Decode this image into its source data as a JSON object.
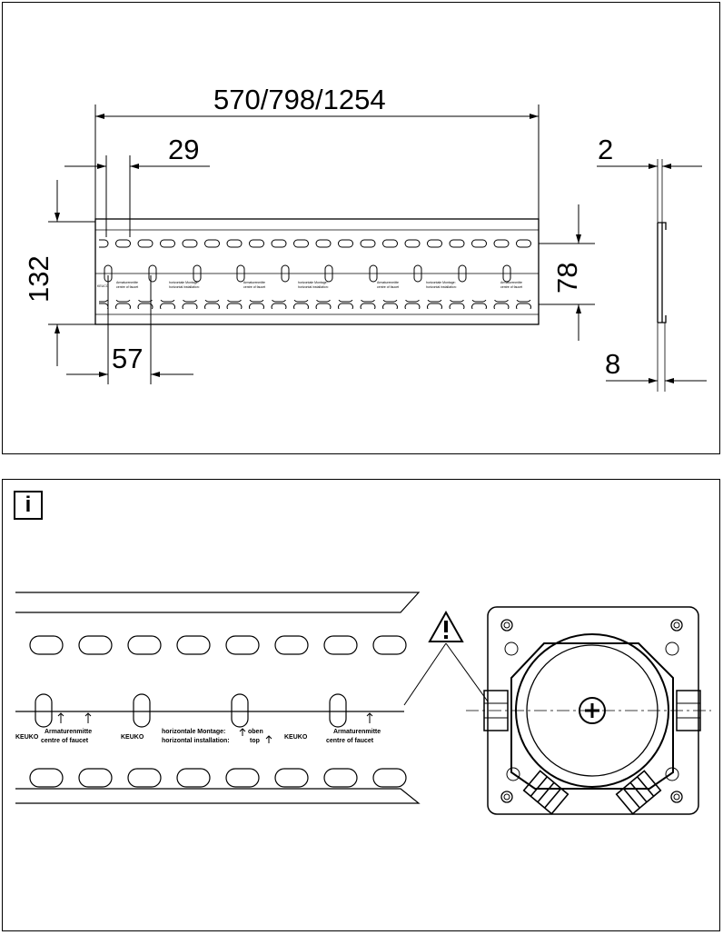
{
  "dimensions": {
    "width_label": "570/798/1254",
    "offset_label": "29",
    "height_label": "132",
    "inner_height_label": "78",
    "left_offset_label": "57",
    "thickness_top_label": "2",
    "thickness_bottom_label": "8"
  },
  "rail_text": {
    "brand": "KEUCO",
    "brand_alt": "KEUKO",
    "centre_de": "Armaturenmitte",
    "centre_en": "centre of faucet",
    "install_de": "horizontale Montage:",
    "install_en": "horizontal installation:",
    "top_de": "oben",
    "top_en": "top"
  },
  "info_icon": "i",
  "icons": [
    "info-icon",
    "warning-triangle-icon",
    "phillips-screw-icon"
  ]
}
